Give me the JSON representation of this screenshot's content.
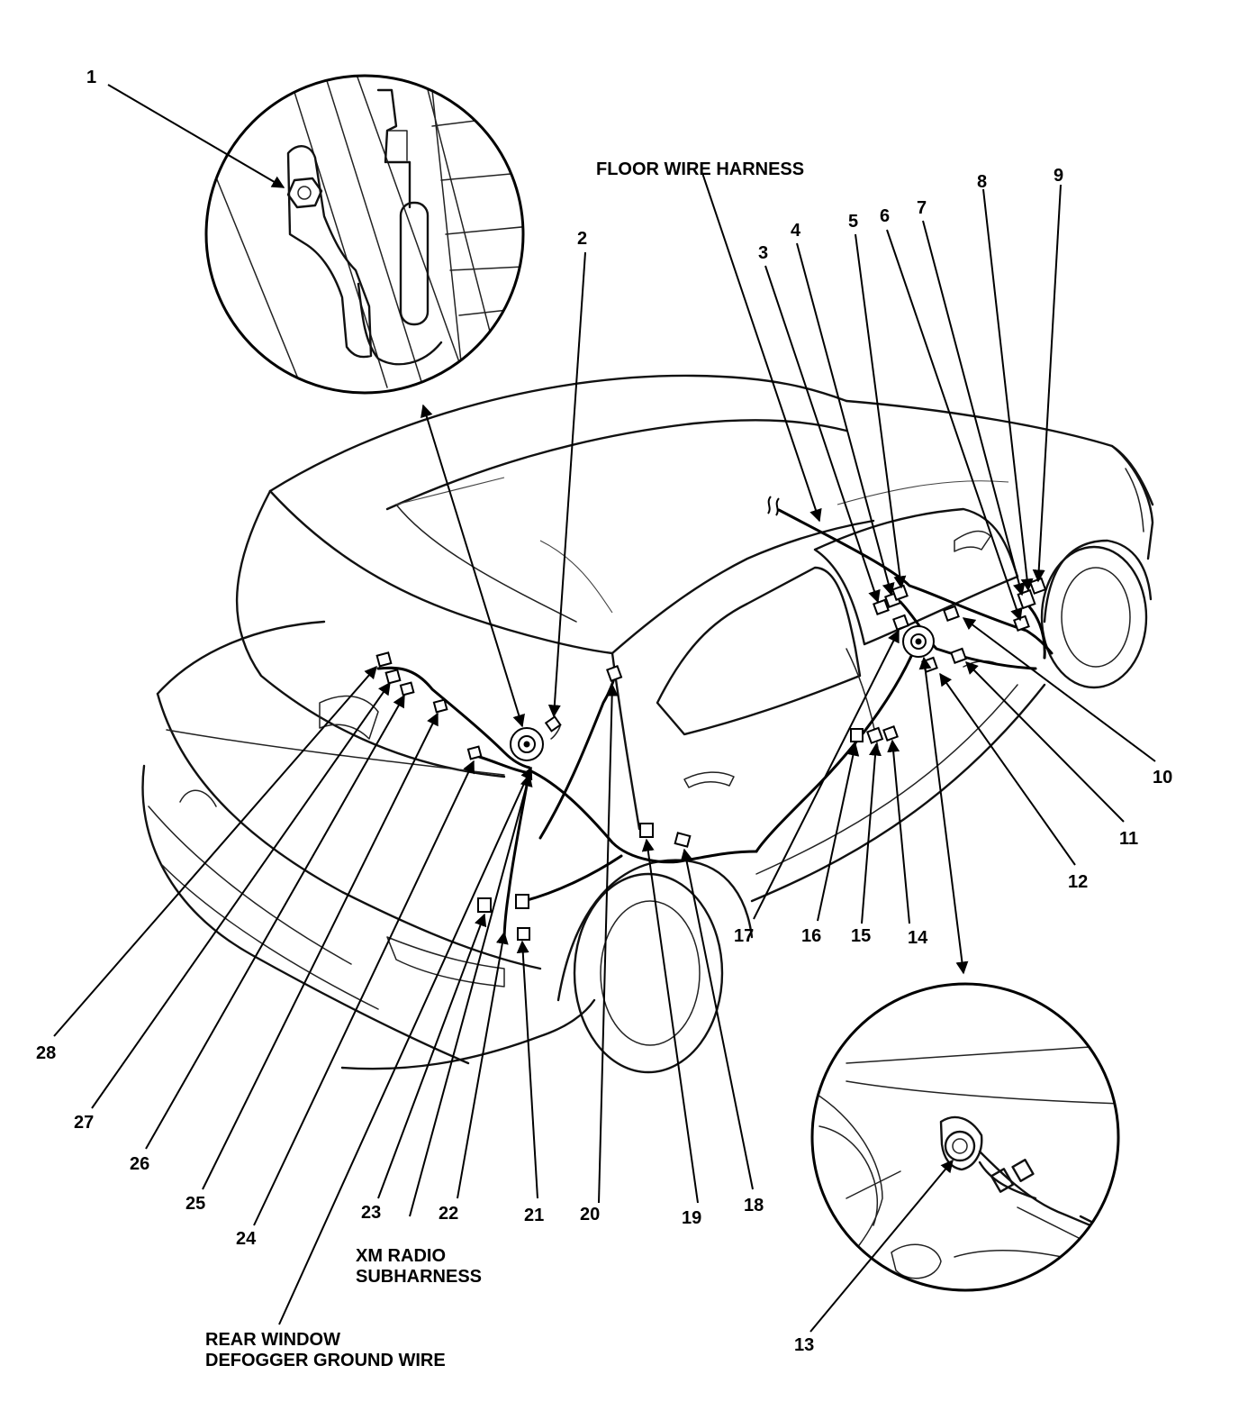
{
  "labels": {
    "floor_wire_harness": "FLOOR WIRE HARNESS",
    "xm_radio_line1": "XM RADIO",
    "xm_radio_line2": "SUBHARNESS",
    "defogger_line1": "REAR WINDOW",
    "defogger_line2": "DEFOGGER GROUND WIRE"
  },
  "callouts": [
    "1",
    "2",
    "3",
    "4",
    "5",
    "6",
    "7",
    "8",
    "9",
    "10",
    "11",
    "12",
    "13",
    "14",
    "15",
    "16",
    "17",
    "18",
    "19",
    "20",
    "21",
    "22",
    "23",
    "24",
    "25",
    "26",
    "27",
    "28"
  ]
}
